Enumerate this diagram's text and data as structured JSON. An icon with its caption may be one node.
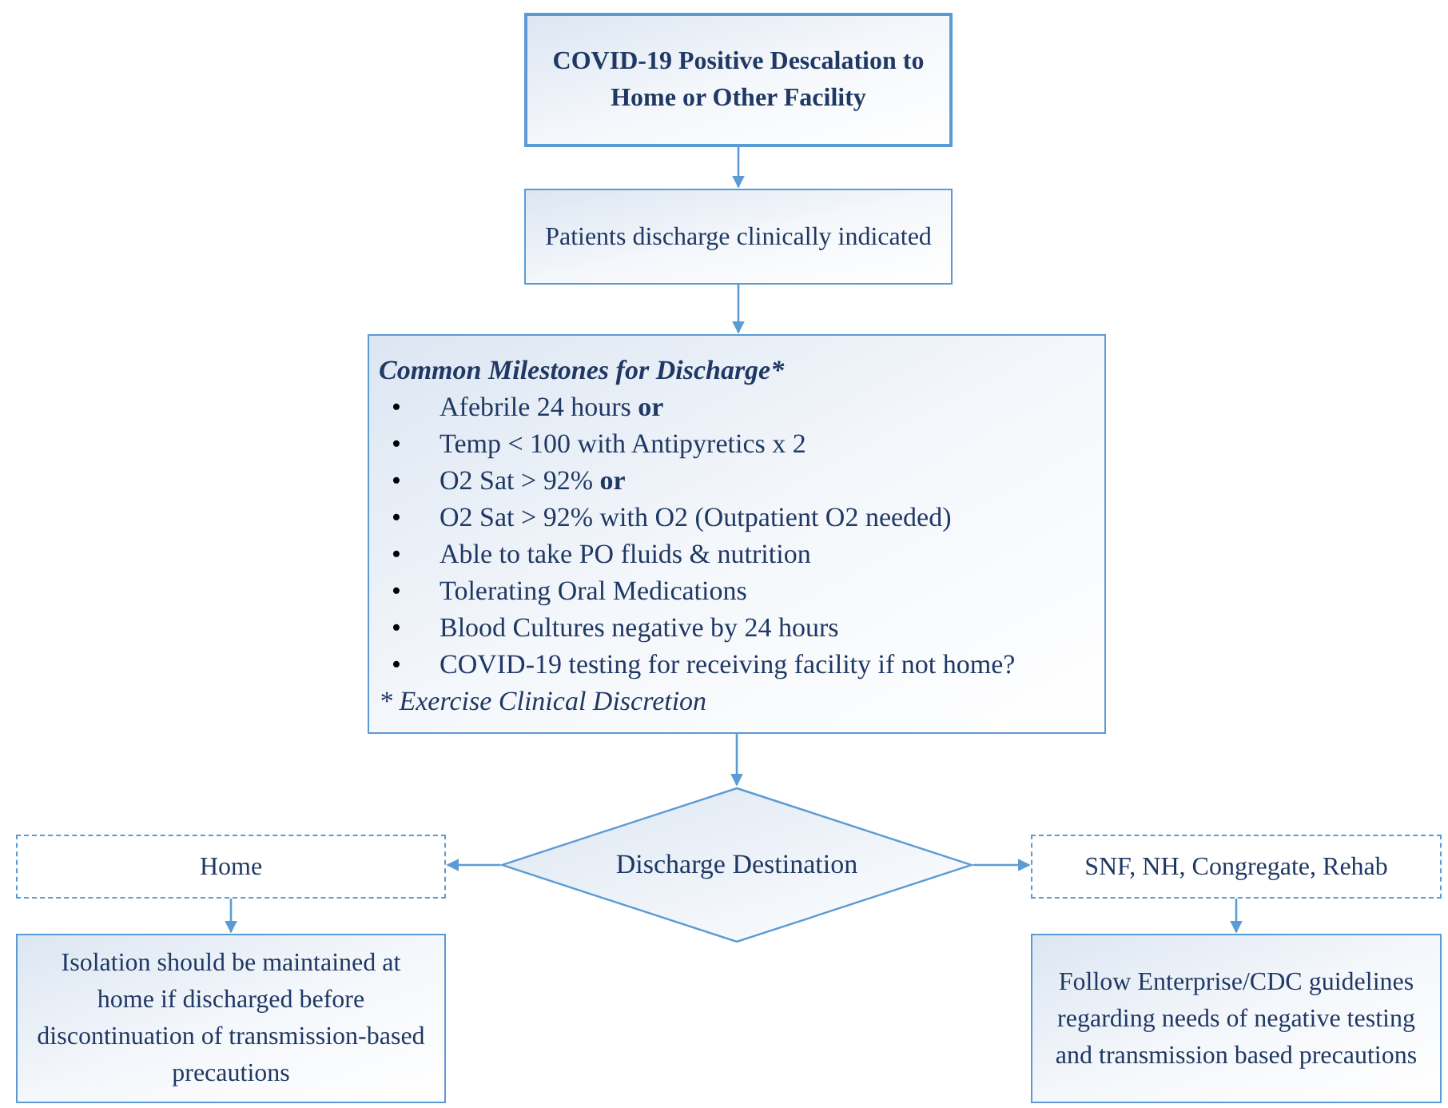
{
  "diagram": {
    "nodes": [
      {
        "text": [
          "COVID-19 Positive Descalation to Home or Other Facility"
        ]
      },
      {
        "text": [
          "Patients discharge clinically indicated"
        ]
      },
      {
        "text": [
          "Common Milestones for Discharge*",
          "Afebrile 24 hours **or**",
          "Temp < 100 with Antipyretics x 2",
          "O2 Sat > 92% **or**",
          "O2 Sat > 92% with O2 (Outpatient O2 needed)",
          "Able to take PO fluids & nutrition",
          "Tolerating Oral Medications",
          "Blood Cultures negative by 24 hours",
          "COVID-19 testing for receiving facility if not home?",
          "* Exercise Clinical Discretion"
        ]
      },
      {
        "text": [
          "Discharge Destination"
        ]
      },
      {
        "text": [
          "Home"
        ]
      },
      {
        "text": [
          "SNF, NH, Congregate, Rehab"
        ]
      },
      {
        "text": [
          "Isolation should be maintained at home if discharged before discontinuation of transmission-based precautions"
        ]
      },
      {
        "text": [
          "Follow Enterprise/CDC guidelines regarding needs of negative testing and transmission based precautions"
        ]
      }
    ],
    "edges": [
      {
        "from": 0,
        "to": 1,
        "arrow": "to"
      },
      {
        "from": 1,
        "to": 2,
        "arrow": "to"
      },
      {
        "from": 2,
        "to": 3,
        "arrow": "to"
      },
      {
        "from": 3,
        "to": 4,
        "arrow": "to"
      },
      {
        "from": 3,
        "to": 5,
        "arrow": "to"
      },
      {
        "from": 4,
        "to": 6,
        "arrow": "to"
      },
      {
        "from": 5,
        "to": 7,
        "arrow": "to"
      }
    ],
    "labels": [
      "•",
      "•",
      "•",
      "•",
      "•",
      "•",
      "•",
      "•"
    ]
  }
}
